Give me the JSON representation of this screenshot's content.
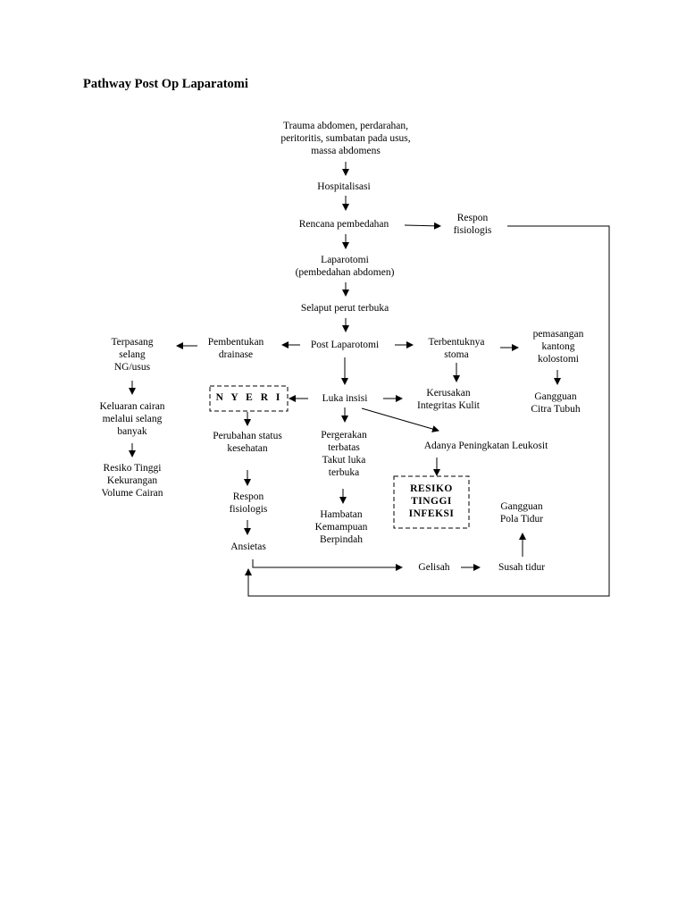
{
  "title": "Pathway Post Op Laparatomi",
  "nodes": {
    "trauma": [
      "Trauma abdomen, perdarahan,",
      "peritoritis, sumbatan pada usus,",
      "massa abdomens"
    ],
    "hospitalisasi": [
      "Hospitalisasi"
    ],
    "rencana": [
      "Rencana pembedahan"
    ],
    "respon_top": [
      "Respon",
      "fisiologis"
    ],
    "laparotomi": [
      "Laparotomi",
      "(pembedahan abdomen)"
    ],
    "selaput": [
      "Selaput perut terbuka"
    ],
    "post_lap": [
      "Post Laparotomi"
    ],
    "pembentukan": [
      "Pembentukan",
      "drainase"
    ],
    "terpasang": [
      "Terpasang",
      "selang",
      "NG/usus"
    ],
    "terbentuknya": [
      "Terbentuknya",
      "stoma"
    ],
    "pemasangan": [
      "pemasangan",
      "kantong",
      "kolostomi"
    ],
    "keluaran": [
      "Keluaran cairan",
      "melalui selang",
      "banyak"
    ],
    "resiko_kekurangan": [
      "Resiko Tinggi",
      "Kekurangan",
      "Volume Cairan"
    ],
    "nyeri": [
      "N Y E R I"
    ],
    "luka": [
      "Luka insisi"
    ],
    "kerusakan": [
      "Kerusakan",
      "Integritas Kulit"
    ],
    "citra": [
      "Gangguan",
      "Citra Tubuh"
    ],
    "perubahan": [
      "Perubahan status",
      "kesehatan"
    ],
    "pergerakan": [
      "Pergerakan",
      "terbatas",
      "Takut luka",
      "terbuka"
    ],
    "leukosit": [
      "Adanya Peningkatan Leukosit"
    ],
    "respon_mid": [
      "Respon",
      "fisiologis"
    ],
    "hambatan": [
      "Hambatan",
      "Kemampuan",
      "Berpindah"
    ],
    "resiko_infeksi": [
      "RESIKO",
      "TINGGI",
      "INFEKSI"
    ],
    "pola_tidur": [
      "Gangguan",
      "Pola Tidur"
    ],
    "ansietas": [
      "Ansietas"
    ],
    "gelisah": [
      "Gelisah"
    ],
    "susah": [
      "Susah tidur"
    ]
  }
}
